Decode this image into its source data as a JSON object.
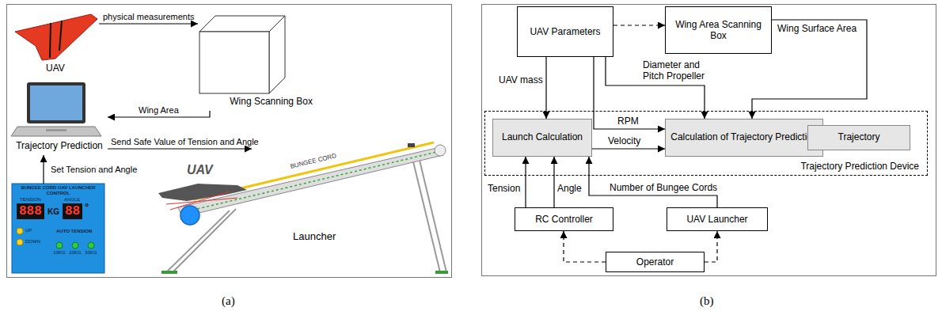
{
  "diagram": {
    "nodes": [
      {
        "text": [
          "UAV"
        ]
      },
      {
        "text": [
          "Wing Scanning Box"
        ]
      },
      {
        "text": [
          "Trajectory Prediction"
        ]
      },
      {
        "text": [
          "BUNGEE CORD UAV LAUNCHER CONTROL",
          "TENSION",
          "ANGLE",
          "888",
          "KG",
          "88",
          "°",
          "UP",
          "DOWN",
          "AUTO TENSION",
          "10KG",
          "20KG",
          "30KG"
        ]
      },
      {
        "text": [
          "Launcher"
        ]
      },
      {
        "text": [
          "UAV Parameters"
        ]
      },
      {
        "text": [
          "Wing Area Scanning Box"
        ]
      },
      {
        "text": [
          "Trajectory Prediction Device"
        ]
      },
      {
        "text": [
          "Launch Calculation"
        ],
        "in": 7
      },
      {
        "text": [
          "Calculation of Trajectory Prediction"
        ],
        "in": 7
      },
      {
        "text": [
          "Trajectory"
        ],
        "in": 7
      },
      {
        "text": [
          "RC Controller"
        ]
      },
      {
        "text": [
          "UAV Launcher"
        ]
      },
      {
        "text": [
          "Operator"
        ]
      }
    ],
    "edges": [
      {
        "from": 0,
        "to": 1,
        "arrow": "to",
        "label": "physical measurements"
      },
      {
        "from": 1,
        "to": 2,
        "arrow": "to",
        "label": "Wing Area"
      },
      {
        "from": 2,
        "to": 4,
        "arrow": "to",
        "label": "Send Safe Value of Tension and Angle"
      },
      {
        "from": 3,
        "to": 2,
        "arrow": "to",
        "label": "Set Tension and Angle"
      },
      {
        "from": 5,
        "to": 6,
        "arrow": "to"
      },
      {
        "from": 5,
        "to": 8,
        "arrow": "to",
        "label": "UAV mass"
      },
      {
        "from": 5,
        "to": 9,
        "arrow": "to",
        "label": "Diameter and Pitch Propeller"
      },
      {
        "from": 5,
        "to": 9,
        "arrow": "to",
        "label": "RPM"
      },
      {
        "from": 6,
        "to": 9,
        "arrow": "to",
        "label": "Wing Surface Area"
      },
      {
        "from": 8,
        "to": 9,
        "arrow": "to",
        "label": "Velocity"
      },
      {
        "from": 9,
        "to": 10,
        "arrow": "to"
      },
      {
        "from": 11,
        "to": 8,
        "arrow": "to",
        "label": "Tension"
      },
      {
        "from": 11,
        "to": 8,
        "arrow": "to",
        "label": "Angle"
      },
      {
        "from": 12,
        "to": 8,
        "arrow": "to",
        "label": "Number of Bungee Cords"
      },
      {
        "from": 13,
        "to": 11,
        "arrow": "to"
      },
      {
        "from": 13,
        "to": 12,
        "arrow": "to"
      }
    ],
    "labels": [
      "BUNGEE CORD",
      "UAV",
      "(a)",
      "(b)"
    ]
  }
}
